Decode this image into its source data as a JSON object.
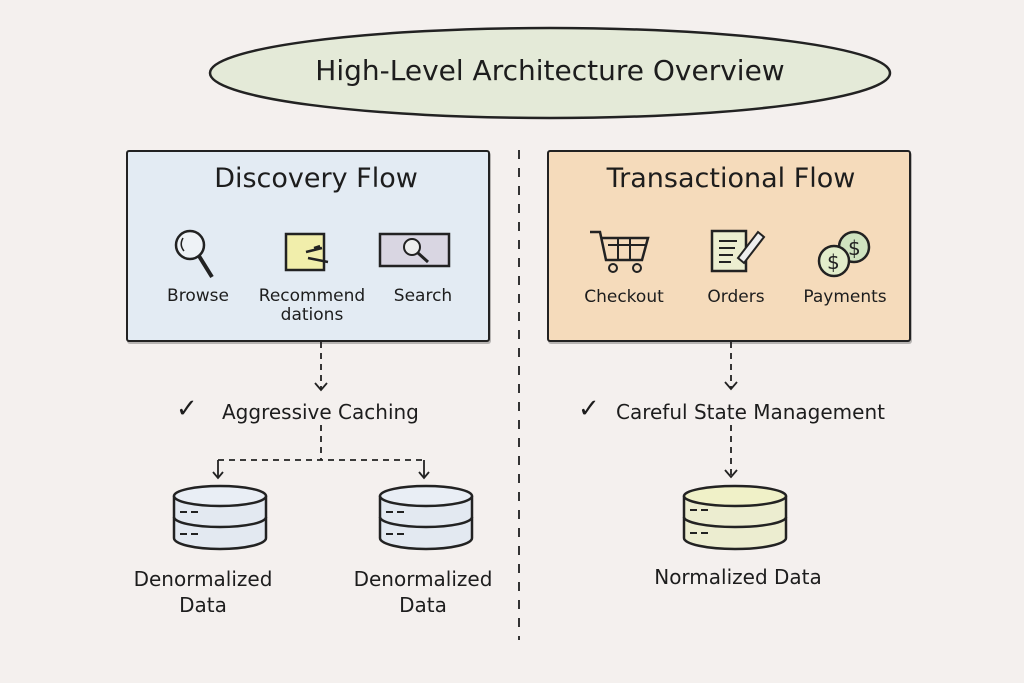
{
  "title": "High-Level Architecture Overview",
  "discovery": {
    "heading": "Discovery Flow",
    "items": [
      {
        "label": "Browse",
        "icon": "magnifier-icon"
      },
      {
        "label": "Recommend",
        "label2": "dations",
        "icon": "recommend-card-icon"
      },
      {
        "label": "Search",
        "icon": "search-screen-icon"
      }
    ],
    "strategy": "Aggressive Caching",
    "stores": [
      {
        "line1": "Denormalized",
        "line2": "Data"
      },
      {
        "line1": "Denormalized",
        "line2": "Data"
      }
    ]
  },
  "transactional": {
    "heading": "Transactional Flow",
    "items": [
      {
        "label": "Checkout",
        "icon": "cart-icon"
      },
      {
        "label": "Orders",
        "icon": "order-form-icon"
      },
      {
        "label": "Payments",
        "icon": "coins-icon"
      }
    ],
    "strategy": "Careful State Management",
    "store": "Normalized Data"
  },
  "colors": {
    "title_fill": "#e4ead8",
    "discovery_fill": "#e3ebf3",
    "transactional_fill": "#f5dbbb",
    "db_blue": "#e3e9f1",
    "db_yellow": "#f0f1c8"
  }
}
